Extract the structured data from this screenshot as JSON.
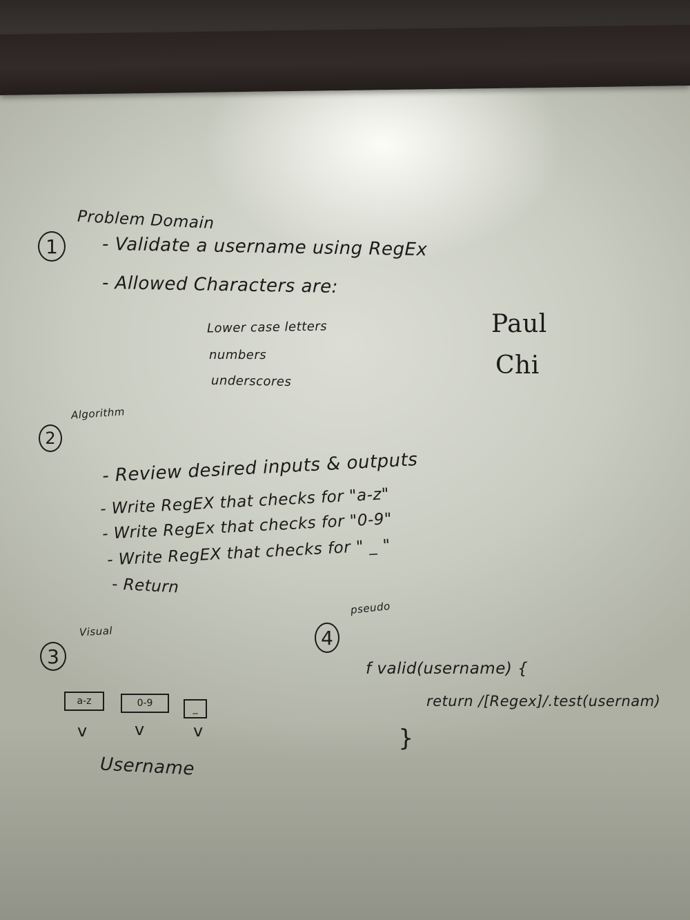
{
  "whiteboard": {
    "section1": {
      "number": "1",
      "title": "Problem Domain",
      "lines": [
        "- Validate a username using RegEx",
        "- Allowed Characters are:"
      ],
      "allowed": [
        "Lower case letters",
        "numbers",
        "underscores"
      ],
      "names": [
        "Paul",
        "Chi"
      ]
    },
    "section2": {
      "number": "2",
      "title": "Algorithm",
      "steps": [
        "- Review desired inputs & outputs",
        "- Write RegEX that checks for \"a-z\"",
        "- Write RegEx that checks for \"0-9\"",
        "- Write RegEX that checks for \" _ \"",
        "- Return"
      ]
    },
    "section3": {
      "number": "3",
      "title": "Visual",
      "boxes": [
        "a-z",
        "0-9",
        "_"
      ],
      "check": "v",
      "label": "Username"
    },
    "section4": {
      "number": "4",
      "title": "pseudo",
      "code": [
        "f valid(username) {",
        "return /[Regex]/.test(usernam)",
        "}"
      ]
    }
  },
  "colors": {
    "ink": "#1c1a18",
    "board": "#d2d4ca",
    "tray": "#2e2725"
  }
}
